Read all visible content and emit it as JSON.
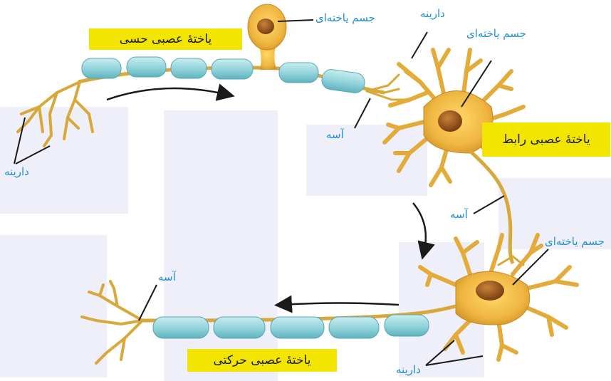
{
  "colors": {
    "title_box": "#f2e600",
    "label": "#1f8fd1",
    "myelin": "#8fd2d9",
    "axon": "#d8a83a",
    "cell_body": "#efb640",
    "nucleus": "#a8621e",
    "arrow": "#1a1a1a",
    "watermark": "#5c63b8"
  },
  "titles": {
    "sensory": "یاختهٔ عصبی حسی",
    "interneuron": "یاختهٔ عصبی رابط",
    "motor": "یاختهٔ عصبی حرکتی"
  },
  "labels": {
    "sensory_cell_body": "جسم یاخته‌ای",
    "inter_dendrite": "دارینه",
    "inter_cell_body": "جسم یاخته‌ای",
    "sensory_axon": "آسه",
    "sensory_dendrite": "دارینه",
    "inter_axon": "آسه",
    "motor_cell_body": "جسم یاخته‌ای",
    "motor_axon": "آسه",
    "motor_dendrite": "دارینه"
  }
}
